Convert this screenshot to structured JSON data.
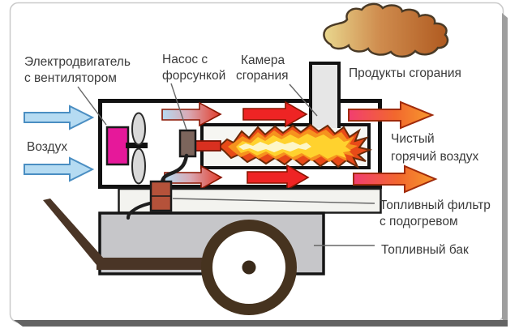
{
  "labels": {
    "motor": {
      "line1": "Электродвигатель",
      "line2": "с вентилятором"
    },
    "pump": {
      "line1": "Насос с",
      "line2": "форсункой"
    },
    "chamber": {
      "line1": "Камера",
      "line2": "сгорания"
    },
    "exhaust": {
      "text": "Продукты сгорания"
    },
    "air_in": {
      "text": "Воздух"
    },
    "air_out": {
      "line1": "Чистый",
      "line2": "горячий воздух"
    },
    "filter": {
      "line1": "Топливный фильтр",
      "line2": "с подогревом"
    },
    "tank": {
      "text": "Топливный бак"
    }
  },
  "colors": {
    "motor": "#e6189a",
    "fan_blade": "#d9d9d9",
    "pump": "#7c655c",
    "nozzle": "#d93020",
    "flame_outer": "#e84a18",
    "flame_mid": "#f6921e",
    "flame_inner": "#ffd22e",
    "flame_core": "#fdf6c8",
    "filter": "#b5523a",
    "tank": "#c6c6c9",
    "chassis": "#4a3526",
    "wheel_ring": "#46331f",
    "wheel_hub": "#3a2a1a",
    "cold_air": "#b5dbf2",
    "hot_air": "#ee2424",
    "chimney": "#e6e6e6",
    "text": "#3b3b3b"
  }
}
